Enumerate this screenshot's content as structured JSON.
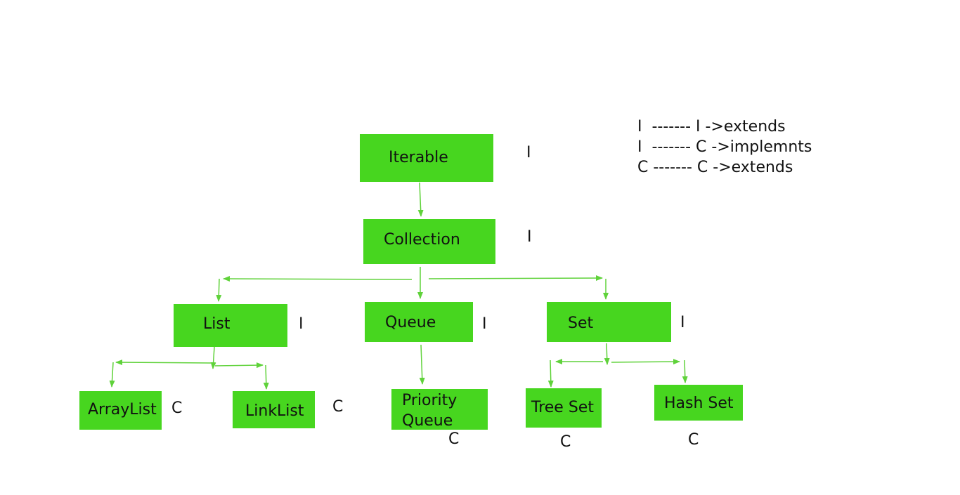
{
  "colors": {
    "node_fill": "#47d61f",
    "arrow": "#5fd23a",
    "text": "#111111",
    "background": "#ffffff"
  },
  "legend": [
    "I  ------- I ->extends",
    "I  ------- C ->implemnts",
    "C ------- C ->extends"
  ],
  "nodes": {
    "iterable": {
      "label": "Iterable",
      "type": "I"
    },
    "collection": {
      "label": "Collection",
      "type": "I"
    },
    "list": {
      "label": "List",
      "type": "I"
    },
    "queue": {
      "label": "Queue",
      "type": "I"
    },
    "set": {
      "label": "Set",
      "type": "I"
    },
    "arraylist": {
      "label": "ArrayList",
      "type": "C"
    },
    "linklist": {
      "label": "LinkList",
      "type": "C"
    },
    "priority_queue": {
      "label_line1": "Priority",
      "label_line2": "Queue",
      "type": "C"
    },
    "tree_set": {
      "label": "Tree Set",
      "type": "C"
    },
    "hash_set": {
      "label": "Hash Set",
      "type": "C"
    }
  }
}
